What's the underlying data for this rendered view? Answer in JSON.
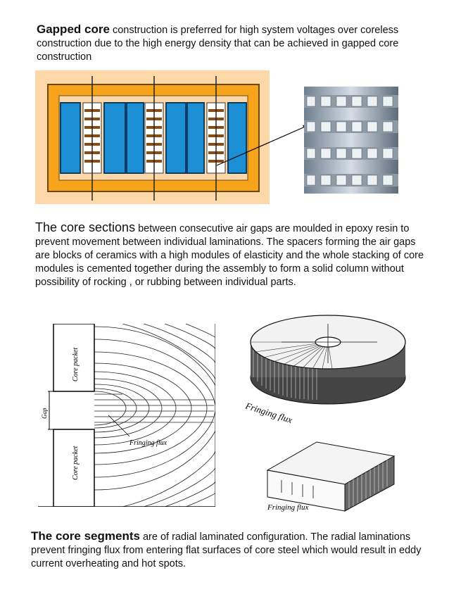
{
  "para1": {
    "lead": "Gapped core",
    "text": " construction is preferred for high system voltages over coreless construction due to the high energy density that can be achieved in gapped core construction"
  },
  "para2": {
    "lead": "The core sections",
    "text": " between consecutive air gaps are moulded in epoxy resin to prevent movement between individual laminations. The spacers forming the air gaps are blocks of ceramics with a high modules of elasticity and the whole stacking of core modules is cemented together during the assembly to form a solid column without possibility of rocking , or rubbing between individual parts."
  },
  "para3": {
    "lead": "The core segments",
    "text": " are of radial laminated configuration. The radial laminations prevent fringing flux from entering flat surfaces of core steel which would result in eddy current overheating and hot spots."
  },
  "figure_fringe": {
    "core_packet_top": "Core packet",
    "core_packet_bottom": "Core packet",
    "gap_label": "Gap",
    "flux_label": "Fringing flux"
  },
  "figure_disc": {
    "flux_label": "Fringing flux"
  },
  "figure_block": {
    "flux_label": "Fringing flux"
  },
  "colors": {
    "frame_bg": "#fcd8a8",
    "core_orange": "#f7a41c",
    "winding_blue": "#1d8fd4",
    "spacer_brown": "#8a4a10"
  }
}
